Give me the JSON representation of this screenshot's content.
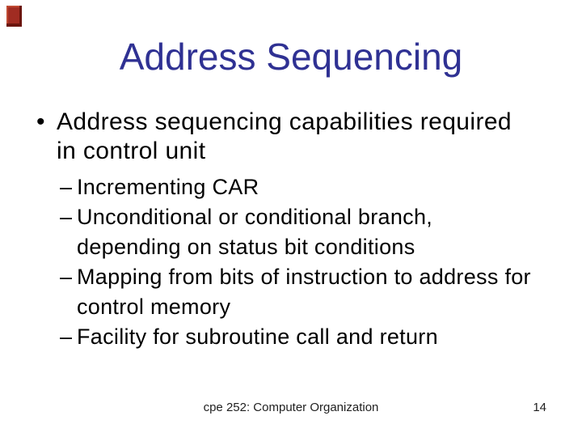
{
  "slide": {
    "title": "Address Sequencing",
    "bullet": {
      "marker": "•",
      "lines": [
        "Address sequencing capabilities required",
        "in control unit"
      ]
    },
    "sub_bullets": {
      "marker": "–",
      "items": [
        {
          "lines": [
            "Incrementing CAR"
          ]
        },
        {
          "lines": [
            "Unconditional or conditional branch,",
            "depending on status bit conditions"
          ]
        },
        {
          "lines": [
            "Mapping from bits of instruction to address for",
            "control memory"
          ]
        },
        {
          "lines": [
            "Facility for subroutine call and return"
          ]
        }
      ]
    },
    "footer": {
      "course": "cpe 252: Computer Organization",
      "page": "14"
    },
    "colors": {
      "title_text": "#2F3193",
      "body_text": "#000000",
      "footer_text": "#1F1F1F",
      "corner_accent_red": "#A12C22",
      "background": "#FFFFFF"
    }
  }
}
